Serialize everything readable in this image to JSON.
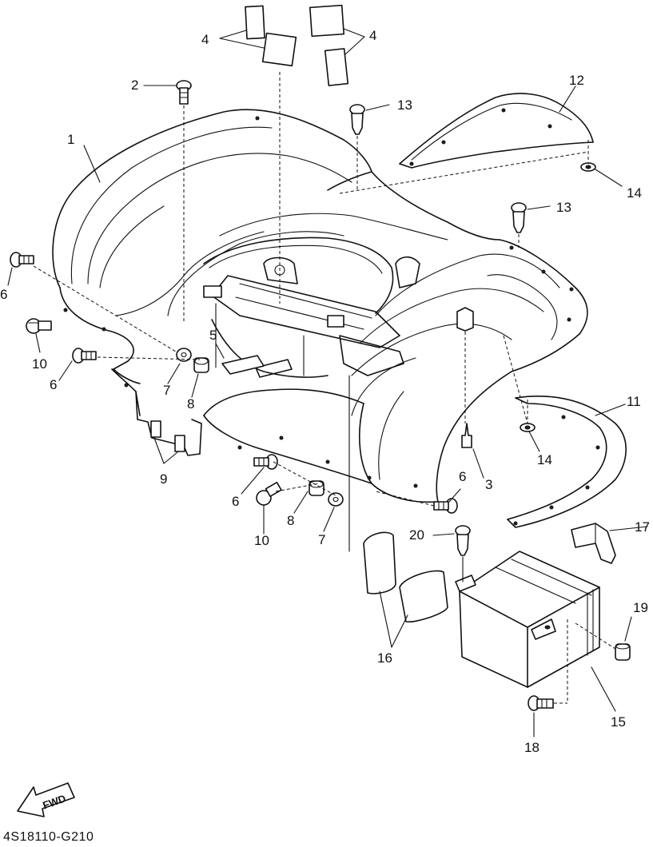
{
  "diagram": {
    "drawing_code": "4S18110-G210",
    "direction_label": "FWD",
    "callouts": {
      "c1": "1",
      "c2": "2",
      "c3": "3",
      "c4a": "4",
      "c4b": "4",
      "c5": "5",
      "c6a": "6",
      "c6b": "6",
      "c6c": "6",
      "c6d": "6",
      "c7a": "7",
      "c7b": "7",
      "c8a": "8",
      "c8b": "8",
      "c9": "9",
      "c10a": "10",
      "c10b": "10",
      "c11": "11",
      "c12": "12",
      "c13a": "13",
      "c13b": "13",
      "c14a": "14",
      "c14b": "14",
      "c15": "15",
      "c16": "16",
      "c17": "17",
      "c18": "18",
      "c19": "19",
      "c20": "20"
    }
  }
}
